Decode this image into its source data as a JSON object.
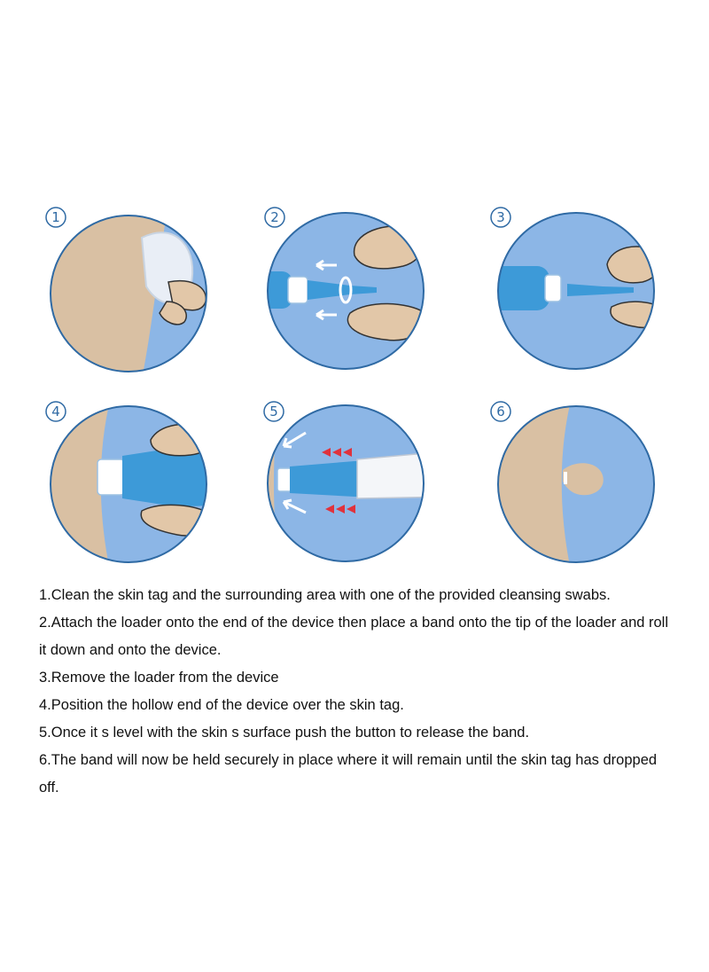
{
  "steps": [
    {
      "number": "1"
    },
    {
      "number": "2"
    },
    {
      "number": "3"
    },
    {
      "number": "4"
    },
    {
      "number": "5"
    },
    {
      "number": "6"
    }
  ],
  "instructions": [
    "1.Clean the skin tag and the surrounding area with one of the provided cleansing swabs.",
    "2.Attach the loader onto the end of the device then place a band onto the tip of the loader and roll it down and onto the device.",
    "3.Remove the loader from the device",
    "4.Position the hollow end of the device over the skin tag.",
    "5.Once it s level with the skin s surface push the button to release the band.",
    "6.The band will now be held securely in place where it will remain until the skin tag has dropped off."
  ],
  "colors": {
    "skin": "#d9c0a3",
    "background_blue": "#8cb6e6",
    "outline": "#2f6aa4",
    "device_blue": "#3d9ad8",
    "arrow_red": "#e0323c"
  }
}
